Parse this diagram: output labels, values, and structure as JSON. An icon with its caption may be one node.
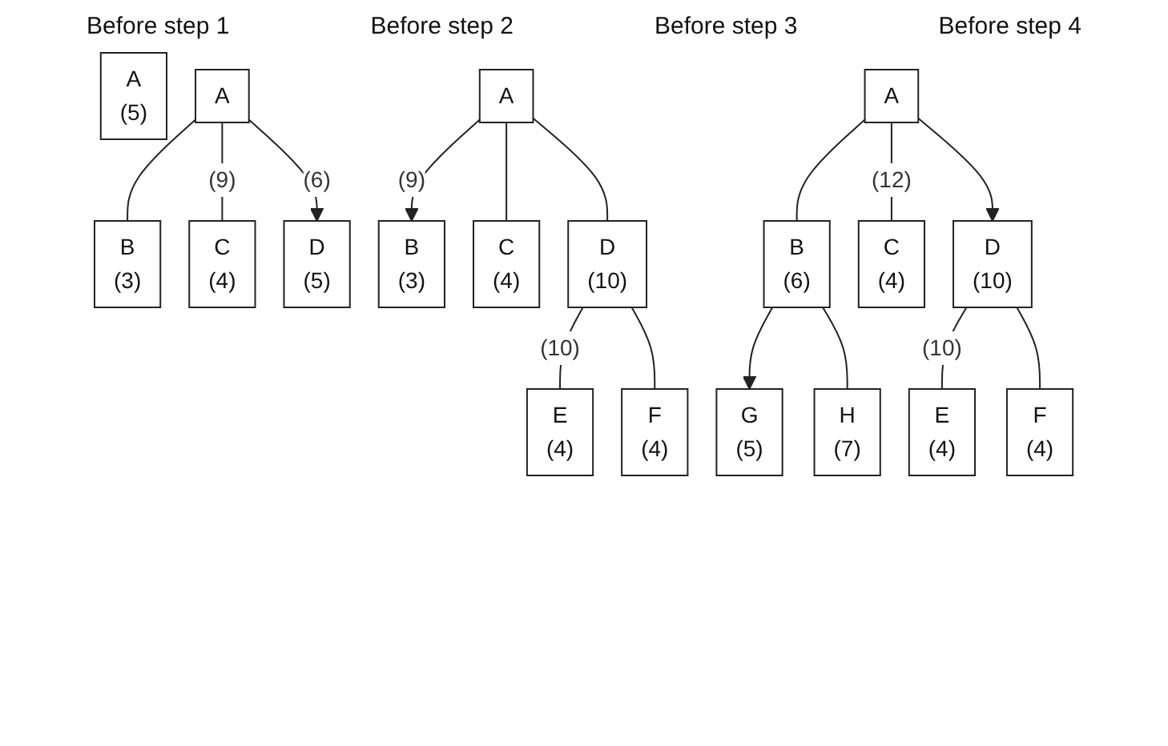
{
  "diagram": {
    "nodes": [
      {
        "text": [
          "A",
          "(5)"
        ]
      },
      {
        "text": [
          "A"
        ]
      },
      {
        "text": [
          "B",
          "(3)"
        ]
      },
      {
        "text": [
          "C",
          "(4)"
        ]
      },
      {
        "text": [
          "D",
          "(5)"
        ]
      },
      {
        "text": [
          "A"
        ]
      },
      {
        "text": [
          "B",
          "(3)"
        ]
      },
      {
        "text": [
          "C",
          "(4)"
        ]
      },
      {
        "text": [
          "D",
          "(10)"
        ]
      },
      {
        "text": [
          "E",
          "(4)"
        ]
      },
      {
        "text": [
          "F",
          "(4)"
        ]
      },
      {
        "text": [
          "A"
        ]
      },
      {
        "text": [
          "B",
          "(6)"
        ]
      },
      {
        "text": [
          "C",
          "(4)"
        ]
      },
      {
        "text": [
          "D",
          "(10)"
        ]
      },
      {
        "text": [
          "G",
          "(5)"
        ]
      },
      {
        "text": [
          "H",
          "(7)"
        ]
      },
      {
        "text": [
          "E",
          "(4)"
        ]
      },
      {
        "text": [
          "F",
          "(4)"
        ]
      }
    ],
    "edges": [
      {
        "from": 1,
        "to": 2,
        "arrow": "none"
      },
      {
        "from": 1,
        "to": 3,
        "arrow": "none",
        "label": "(9)"
      },
      {
        "from": 1,
        "to": 4,
        "arrow": "to",
        "label": "(6)"
      },
      {
        "from": 5,
        "to": 6,
        "arrow": "to",
        "label": "(9)"
      },
      {
        "from": 5,
        "to": 7,
        "arrow": "none"
      },
      {
        "from": 5,
        "to": 8,
        "arrow": "none"
      },
      {
        "from": 8,
        "to": 9,
        "arrow": "none",
        "label": "(10)"
      },
      {
        "from": 8,
        "to": 10,
        "arrow": "none"
      },
      {
        "from": 11,
        "to": 12,
        "arrow": "none"
      },
      {
        "from": 11,
        "to": 13,
        "arrow": "none",
        "label": "(12)"
      },
      {
        "from": 11,
        "to": 14,
        "arrow": "to"
      },
      {
        "from": 12,
        "to": 15,
        "arrow": "to"
      },
      {
        "from": 12,
        "to": 16,
        "arrow": "none"
      },
      {
        "from": 14,
        "to": 17,
        "arrow": "none",
        "label": "(10)"
      },
      {
        "from": 14,
        "to": 18,
        "arrow": "none"
      }
    ],
    "labels": [
      "Before step 1",
      "Before step 2",
      "Before step 3",
      "Before step 4"
    ]
  }
}
